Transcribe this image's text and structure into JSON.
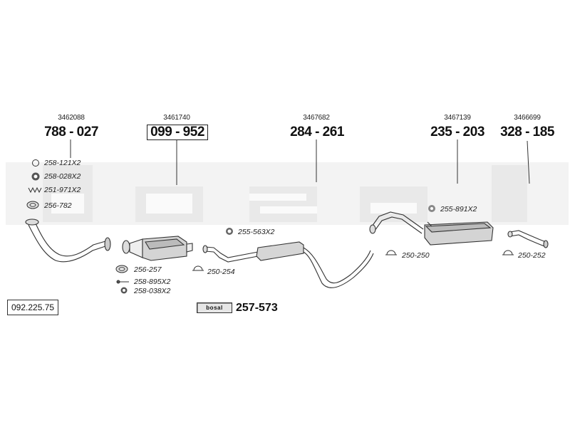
{
  "catalog_number": "092.225.75",
  "brand_watermark": "bosal",
  "badge_text": "bosal",
  "assemblies": [
    {
      "ref": "3462088",
      "part": "788 - 027",
      "boxed": false
    },
    {
      "ref": "3461740",
      "part": "099 - 952",
      "boxed": true
    },
    {
      "ref": "3467682",
      "part": "284 - 261",
      "boxed": false
    },
    {
      "ref": "3467139",
      "part": "235 - 203",
      "boxed": false
    },
    {
      "ref": "3466699",
      "part": "328 - 185",
      "boxed": false
    }
  ],
  "small_parts": [
    {
      "label": "258-121X2",
      "icon": "ring-icon"
    },
    {
      "label": "258-028X2",
      "icon": "nut-icon"
    },
    {
      "label": "251-971X2",
      "icon": "spring-icon"
    },
    {
      "label": "256-782",
      "icon": "gasket-icon"
    },
    {
      "label": "256-257",
      "icon": "gasket-icon"
    },
    {
      "label": "258-895X2",
      "icon": "bolt-icon"
    },
    {
      "label": "258-038X2",
      "icon": "nut-icon"
    },
    {
      "label": "250-254",
      "icon": "clamp-icon"
    },
    {
      "label": "255-563X2",
      "icon": "rubber-ring-icon"
    },
    {
      "label": "250-250",
      "icon": "clamp-icon"
    },
    {
      "label": "255-891X2",
      "icon": "rubber-ring-icon"
    },
    {
      "label": "250-252",
      "icon": "clamp-icon"
    }
  ],
  "mounting_kit": "257-573"
}
